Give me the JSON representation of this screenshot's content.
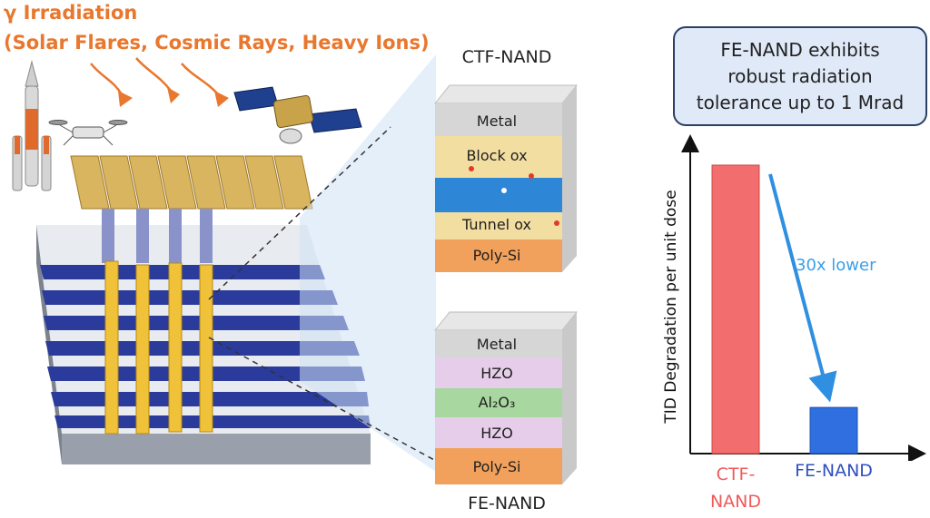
{
  "irradiation": {
    "title": "γ Irradiation",
    "sources": "(Solar Flares, Cosmic Rays, Heavy Ions)"
  },
  "ctf_stack": {
    "caption": "CTF-NAND",
    "layers": [
      "Metal",
      "Block ox",
      "Tunnel ox",
      "Poly-Si"
    ]
  },
  "fe_stack": {
    "caption": "FE-NAND",
    "layers": [
      "Metal",
      "HZO",
      "Al₂O₃",
      "HZO",
      "Poly-Si"
    ]
  },
  "callout": {
    "line1": "FE-NAND exhibits",
    "line2": "robust radiation",
    "line3": "tolerance up to 1 Mrad"
  },
  "colors": {
    "accent_orange": "#e9772e",
    "ctf_bar": "#f26d6d",
    "fe_bar": "#2f6fe0",
    "arrow": "#2f8fe0"
  },
  "chart_data": {
    "type": "bar",
    "categories": [
      "CTF-NAND",
      "FE-NAND"
    ],
    "values": [
      1.0,
      0.16
    ],
    "ylabel": "TID Degradation per unit dose",
    "annotation": "30x lower",
    "grid": false,
    "y_ticks": false
  }
}
